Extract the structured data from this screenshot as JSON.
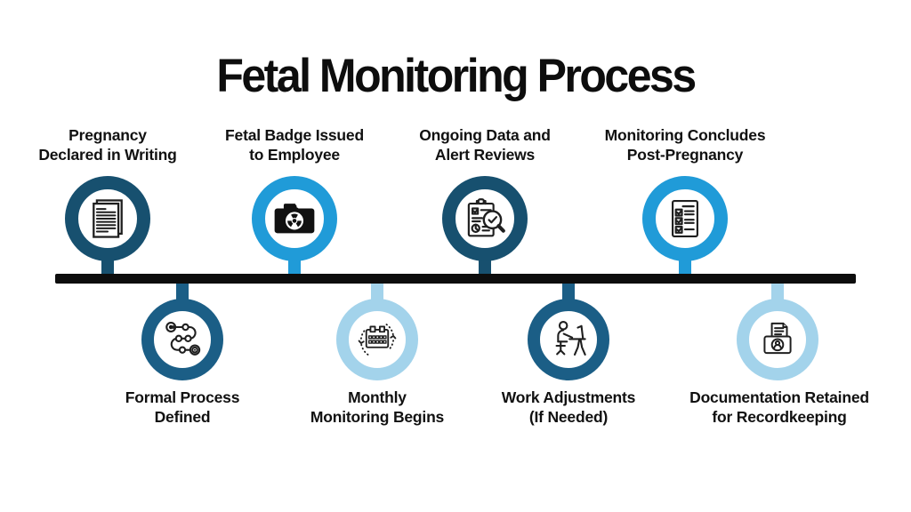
{
  "title": "Fetal Monitoring Process",
  "colors": {
    "dark_navy": "#17506F",
    "medium_blue": "#1B5E86",
    "bright_blue": "#209BD8",
    "pale_blue": "#A3D3EB",
    "timeline_black": "#0d0d0d",
    "text_black": "#111111"
  },
  "timeline": {
    "orientation": "horizontal",
    "style": "alternating top/bottom circles"
  },
  "steps": [
    {
      "id": 1,
      "position": "top",
      "icon": "document-icon",
      "color": "dark_navy",
      "lines": [
        "Pregnancy",
        "Declared in Writing"
      ]
    },
    {
      "id": 2,
      "position": "top",
      "icon": "radiation-badge-icon",
      "color": "bright_blue",
      "lines": [
        "Fetal Badge Issued",
        "to Employee"
      ]
    },
    {
      "id": 3,
      "position": "top",
      "icon": "data-review-icon",
      "color": "dark_navy",
      "lines": [
        "Ongoing Data and",
        "Alert Reviews"
      ]
    },
    {
      "id": 4,
      "position": "top",
      "icon": "checklist-icon",
      "color": "bright_blue",
      "lines": [
        "Monitoring Concludes",
        "Post-Pregnancy"
      ]
    },
    {
      "id": 5,
      "position": "bottom",
      "icon": "process-flow-icon",
      "color": "medium_blue",
      "lines": [
        "Formal Process",
        "Defined"
      ]
    },
    {
      "id": 6,
      "position": "bottom",
      "icon": "calendar-recurring-icon",
      "color": "pale_blue",
      "lines": [
        "Monthly",
        "Monitoring Begins"
      ]
    },
    {
      "id": 7,
      "position": "bottom",
      "icon": "work-desk-icon",
      "color": "medium_blue",
      "lines": [
        "Work Adjustments",
        "(If Needed)"
      ]
    },
    {
      "id": 8,
      "position": "bottom",
      "icon": "records-folder-icon",
      "color": "pale_blue",
      "lines": [
        "Documentation Retained",
        "for Recordkeeping"
      ]
    }
  ]
}
